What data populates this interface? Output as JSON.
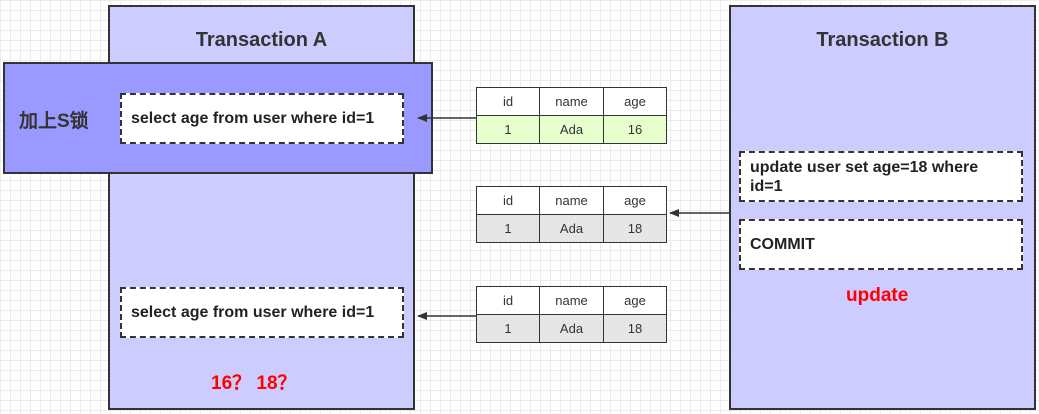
{
  "transaction_a": {
    "title": "Transaction A",
    "lock_label": "加上S锁",
    "first_select": "select age from user where id=1",
    "second_select": "select age from user where id=1",
    "question": "16？ 18？"
  },
  "transaction_b": {
    "title": "Transaction B",
    "update_statement": "update user set age=18 where id=1",
    "commit_statement": "COMMIT",
    "update_label": "update"
  },
  "tables": [
    {
      "headers": [
        "id",
        "name",
        "age"
      ],
      "row": [
        "1",
        "Ada",
        "16"
      ]
    },
    {
      "headers": [
        "id",
        "name",
        "age"
      ],
      "row": [
        "1",
        "Ada",
        "18"
      ]
    },
    {
      "headers": [
        "id",
        "name",
        "age"
      ],
      "row": [
        "1",
        "Ada",
        "18"
      ]
    }
  ],
  "colors": {
    "lane_fill": "#ccccff",
    "lock_fill": "#9999ff",
    "initial_row_fill": "#e6ffcc",
    "updated_row_fill": "#e6e6e6",
    "emphasis": "#ff0000"
  }
}
